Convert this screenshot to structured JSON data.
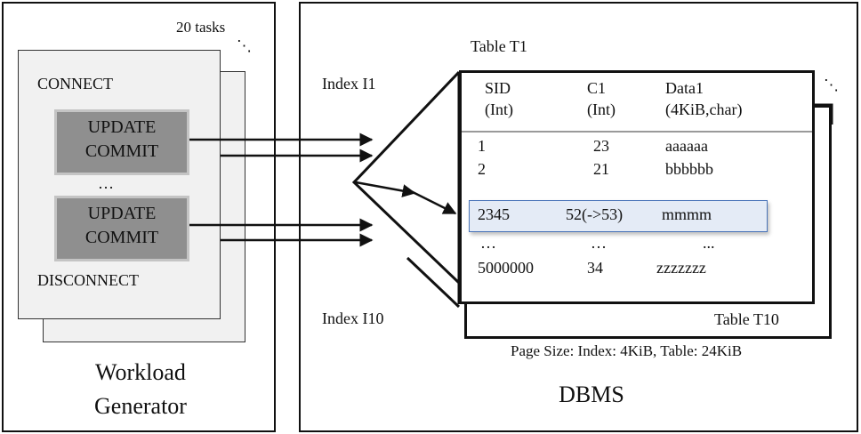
{
  "workload": {
    "tasks_label": "20 tasks",
    "ellipsis": "⋱",
    "connect": "CONNECT",
    "op_update": "UPDATE",
    "op_commit": "COMMIT",
    "vertical_ellipsis": "…",
    "disconnect": "DISCONNECT",
    "title_line1": "Workload",
    "title_line2": "Generator"
  },
  "dbms": {
    "title": "DBMS",
    "index_first": "Index I1",
    "index_last": "Index I10",
    "table_first": "Table T1",
    "table_last": "Table T10",
    "table_ellipsis": "⋱",
    "page_size_note": "Page Size: Index: 4KiB, Table: 24KiB",
    "columns": [
      {
        "name": "SID",
        "type": "(Int)"
      },
      {
        "name": "C1",
        "type": "(Int)"
      },
      {
        "name": "Data1",
        "type": "(4KiB,char)"
      }
    ],
    "rows": [
      {
        "sid": "1",
        "c1": "23",
        "data": "aaaaaa"
      },
      {
        "sid": "2",
        "c1": "21",
        "data": "bbbbbb"
      }
    ],
    "highlight_row": {
      "sid": "2345",
      "c1": "52(->53)",
      "data": "mmmm"
    },
    "gap_row": {
      "sid": "…",
      "c1": "…",
      "data": "..."
    },
    "last_row": {
      "sid": "5000000",
      "c1": "34",
      "data": "zzzzzzz"
    }
  },
  "colors": {
    "operation_box": "#8f8f8f",
    "operation_border": "#c4c4c4",
    "card_fill": "#f1f1f1",
    "highlight_fill": "#e4ebf6",
    "highlight_border": "#4a74b8"
  }
}
